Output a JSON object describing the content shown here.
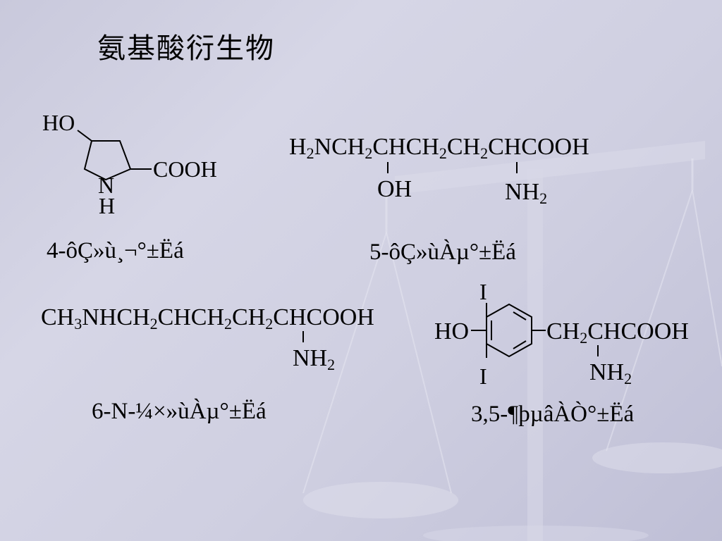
{
  "slide": {
    "title": "氨基酸衍生物"
  },
  "compounds": [
    {
      "ring_ho": "HO",
      "ring_n": "N",
      "ring_h": "H",
      "ring_cooh": "COOH",
      "label": "4-ôÇ»ù¸¬°±Ëá"
    },
    {
      "chain_parts": [
        "H",
        "2",
        "NCH",
        "2",
        "CHCH",
        "2",
        "CH",
        "2",
        "CHCOOH"
      ],
      "sub_oh": "OH",
      "sub_nh": "NH",
      "sub_nh_2": "2",
      "label": "5-ôÇ»ùÀµ°±Ëá"
    },
    {
      "chain_parts": [
        "CH",
        "3",
        "NHCH",
        "2",
        "CHCH",
        "2",
        "CH",
        "2",
        "CHCOOH"
      ],
      "sub_nh": "NH",
      "sub_nh_2": "2",
      "label": "6-N-¼×»ùÀµ°±Ëá"
    },
    {
      "ring_i_top": "I",
      "ring_i_bottom": "I",
      "ring_ho": "HO",
      "chain_parts": [
        "CH",
        "2",
        "CHCOOH"
      ],
      "sub_nh": "NH",
      "sub_nh_2": "2",
      "label": "3,5-¶þµâÀÒ°±Ëá"
    }
  ]
}
